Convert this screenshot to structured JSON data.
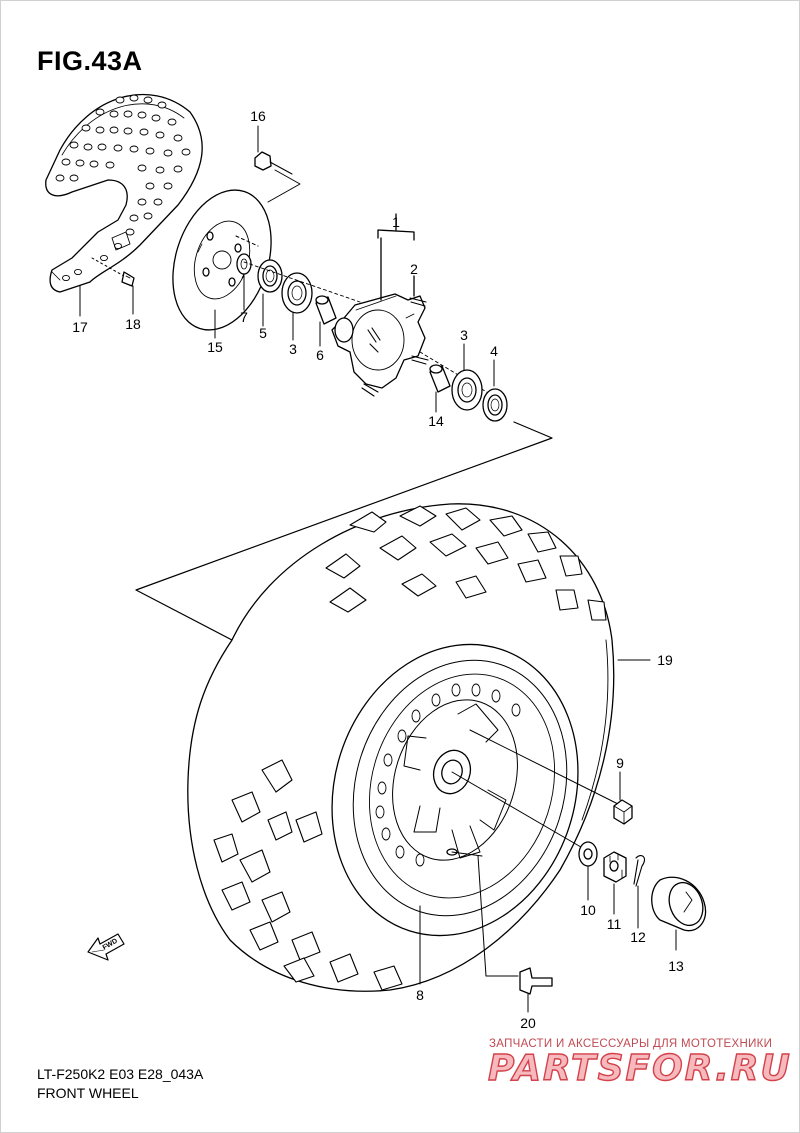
{
  "figure": {
    "title": "FIG.43A",
    "code": "LT-F250K2 E03 E28_043A",
    "name": "FRONT WHEEL"
  },
  "parts": [
    {
      "ref": "1"
    },
    {
      "ref": "2"
    },
    {
      "ref": "3"
    },
    {
      "ref": "3"
    },
    {
      "ref": "4"
    },
    {
      "ref": "5"
    },
    {
      "ref": "6"
    },
    {
      "ref": "7"
    },
    {
      "ref": "8"
    },
    {
      "ref": "9"
    },
    {
      "ref": "10"
    },
    {
      "ref": "11"
    },
    {
      "ref": "12"
    },
    {
      "ref": "13"
    },
    {
      "ref": "14"
    },
    {
      "ref": "15"
    },
    {
      "ref": "16"
    },
    {
      "ref": "17"
    },
    {
      "ref": "18"
    },
    {
      "ref": "19"
    },
    {
      "ref": "20"
    }
  ],
  "fwd_arrow": {
    "label": "FWD"
  },
  "watermark": {
    "tagline": "ЗАПЧАСТИ И АКСЕССУАРЫ ДЛЯ МОТОТЕХНИКИ",
    "logo": "PARTSFOR.RU",
    "color": "#d4414b"
  }
}
